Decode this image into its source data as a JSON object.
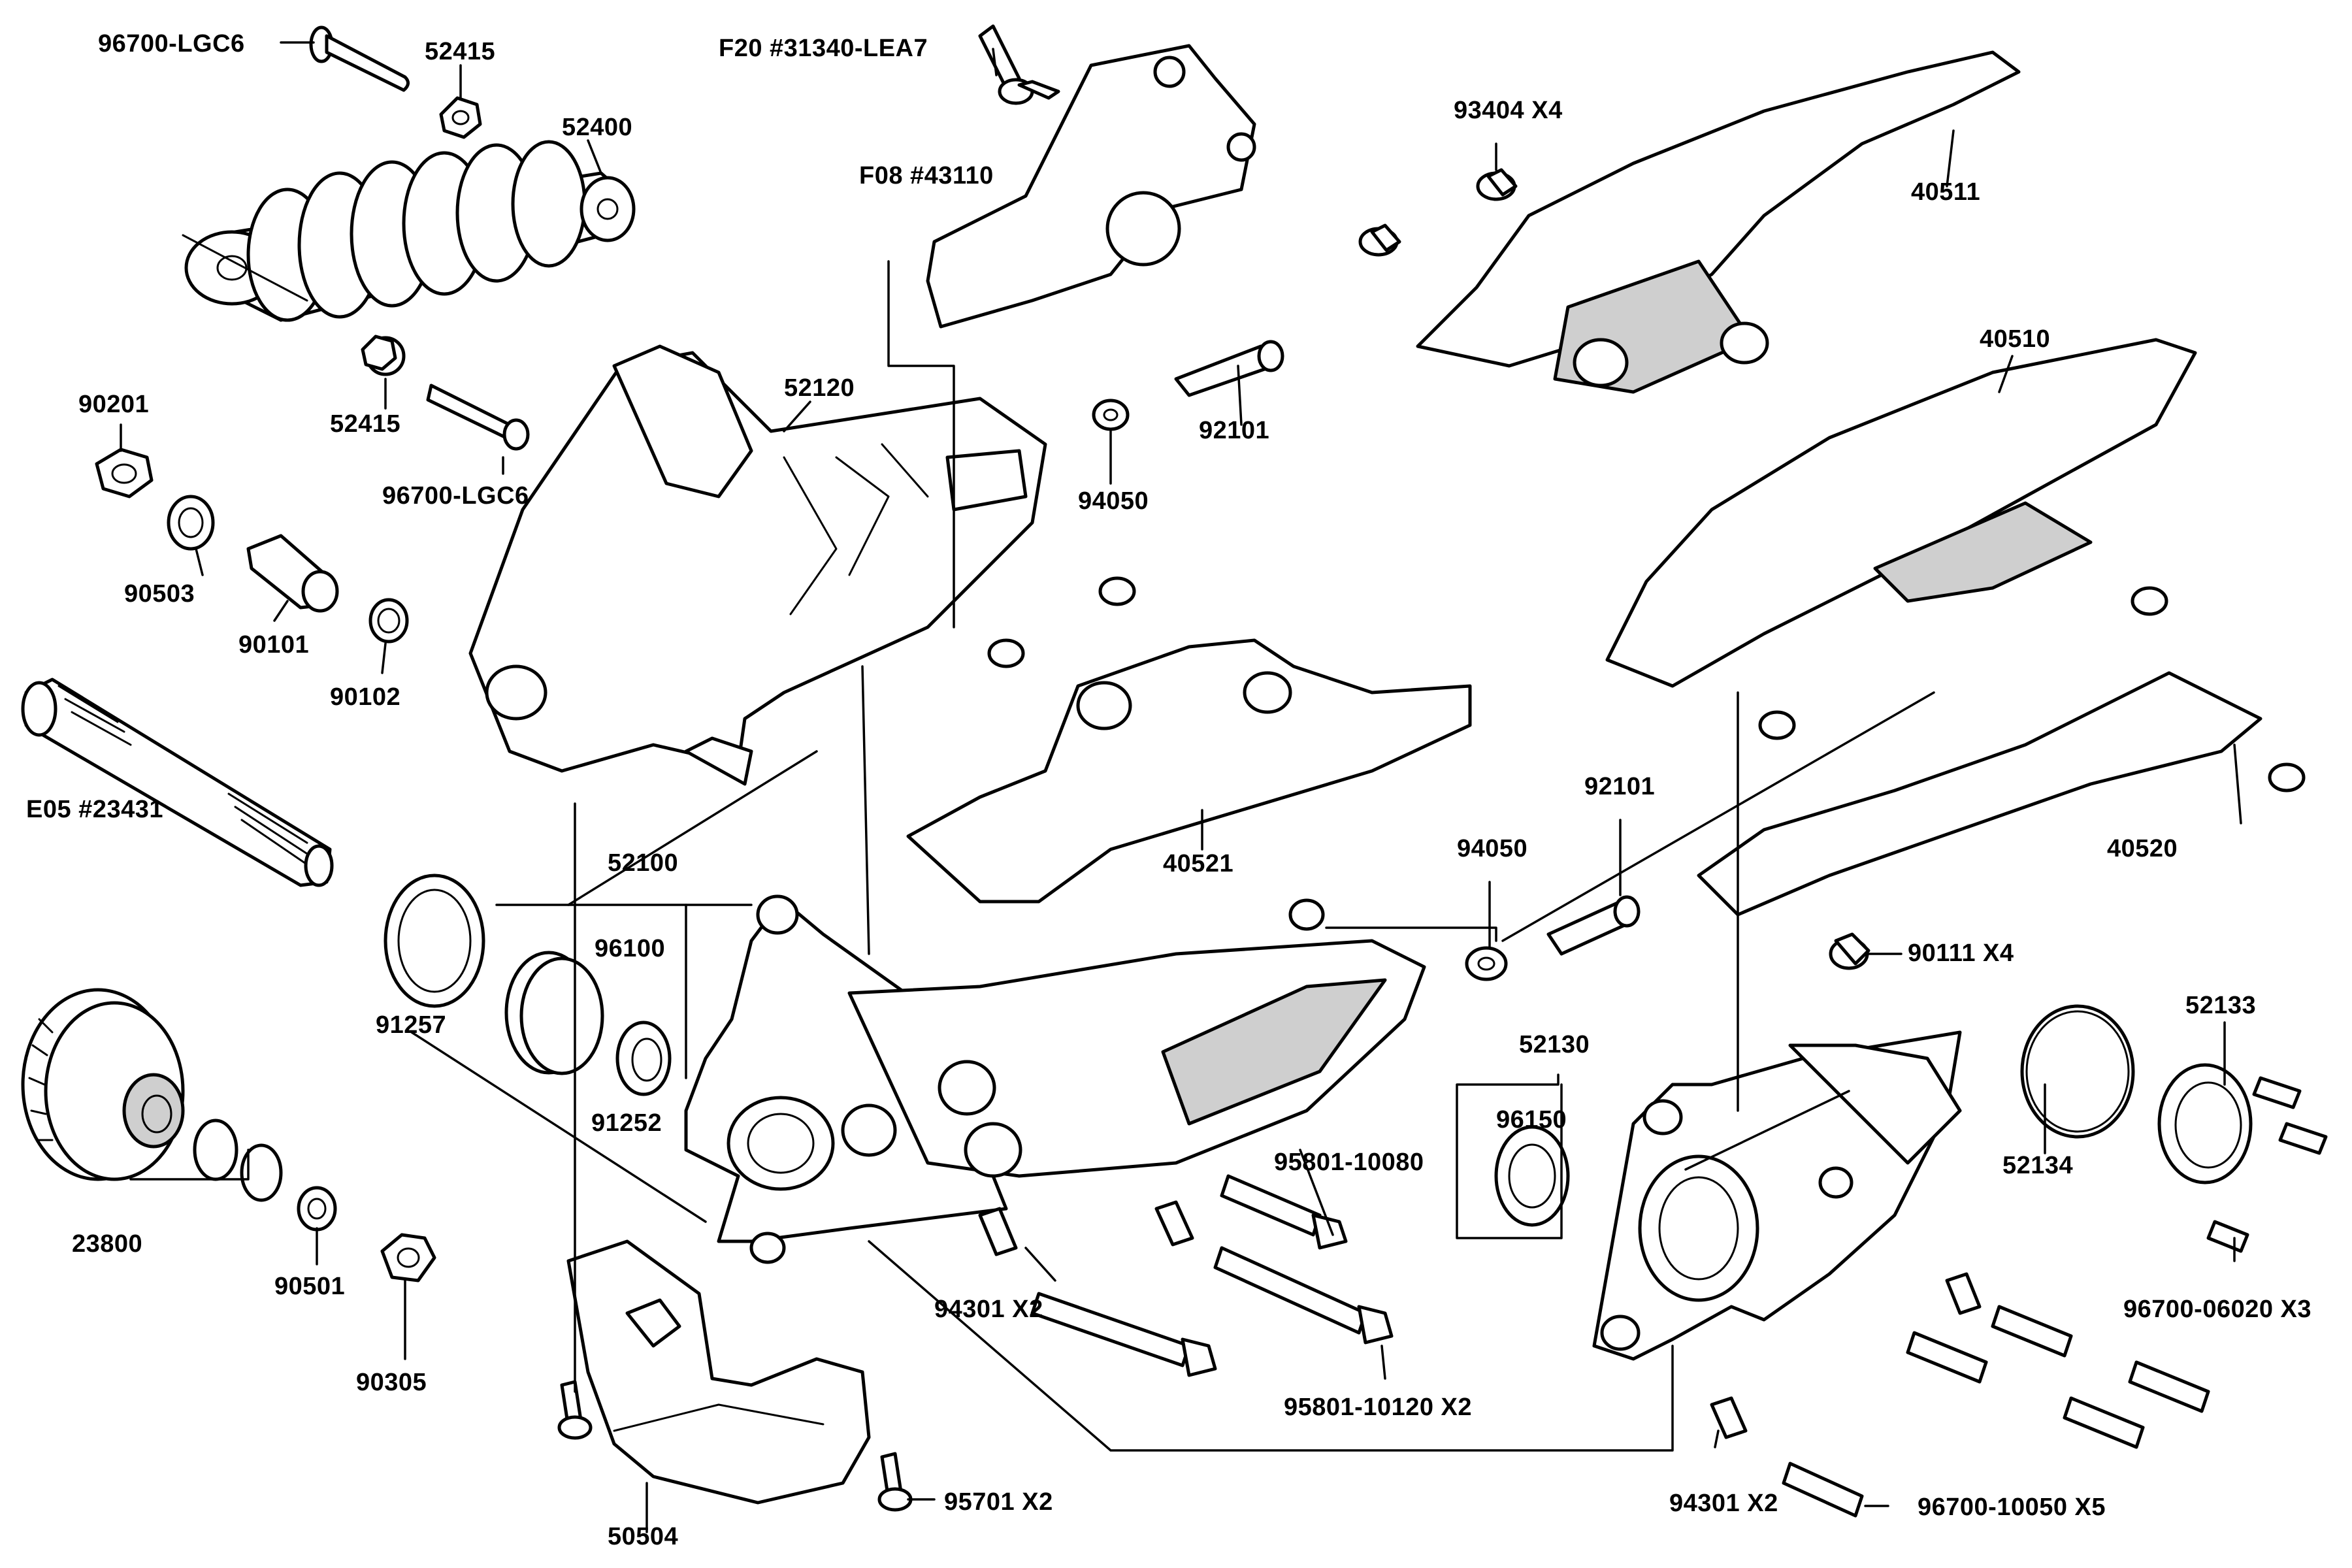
{
  "diagram": {
    "labels": {
      "p96700_lgc6_top": "96700-LGC6",
      "p52415_top": "52415",
      "p52400": "52400",
      "p52415_bot": "52415",
      "p96700_lgc6_bot": "96700-LGC6",
      "p90201": "90201",
      "p90503": "90503",
      "p90101": "90101",
      "p90102": "90102",
      "pE05": "E05 #23431",
      "pF20": "F20 #31340-LEA7",
      "pF08": "F08 #43110",
      "p52120": "52120",
      "p93404": "93404  X4",
      "p40511": "40511",
      "p92101_top": "92101",
      "p94050_top": "94050",
      "p40510": "40510",
      "p40521": "40521",
      "p92101_mid": "92101",
      "p94050_mid": "94050",
      "p40520": "40520",
      "p52100": "52100",
      "p96100": "96100",
      "p91257": "91257",
      "p91252": "91252",
      "p90111": "90111  X4",
      "p52133": "52133",
      "p52130": "52130",
      "p96150": "96150",
      "p52134": "52134",
      "p23800": "23800",
      "p90501": "90501",
      "p90305": "90305",
      "p95801_10080": "95801-10080",
      "p94301_left": "94301  X2",
      "p95801_10120": "95801-10120  X2",
      "p96700_06020": "96700-06020  X3",
      "p94301_right": "94301  X2",
      "p96700_10050": "96700-10050  X5",
      "p95701": "95701  X2",
      "p50504": "50504"
    }
  }
}
